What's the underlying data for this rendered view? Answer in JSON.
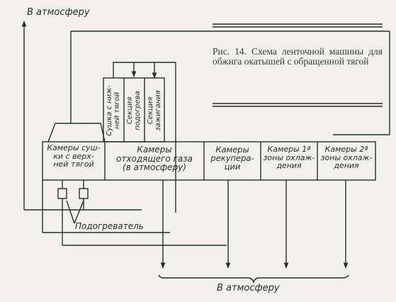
{
  "diagram": {
    "top_label": "В атмосферу",
    "bottom_label": "В атмосферу",
    "heater_label": "Подогреватель",
    "caption": "Рис. 14. Схема ленточной машины для обжига окатышей с обращенной тягой",
    "sections": [
      "Сушка с ниж-\nней тягой",
      "Секция\nподогрева",
      "Секция\nзажигания"
    ],
    "chambers": [
      "Камеры суш-\nки с верх-\nней тягой",
      "Камеры\nотходящего газа\n(в атмосферу)",
      "Камеры\nрекупера-\nции",
      "Камеры 1ª\nзоны охлаж-\nдения",
      "Камеры 2ª\nзоны охлаж-\nдения"
    ]
  },
  "colors": {
    "ink": "#2b2b2b",
    "paper": "#f1f0ec"
  }
}
